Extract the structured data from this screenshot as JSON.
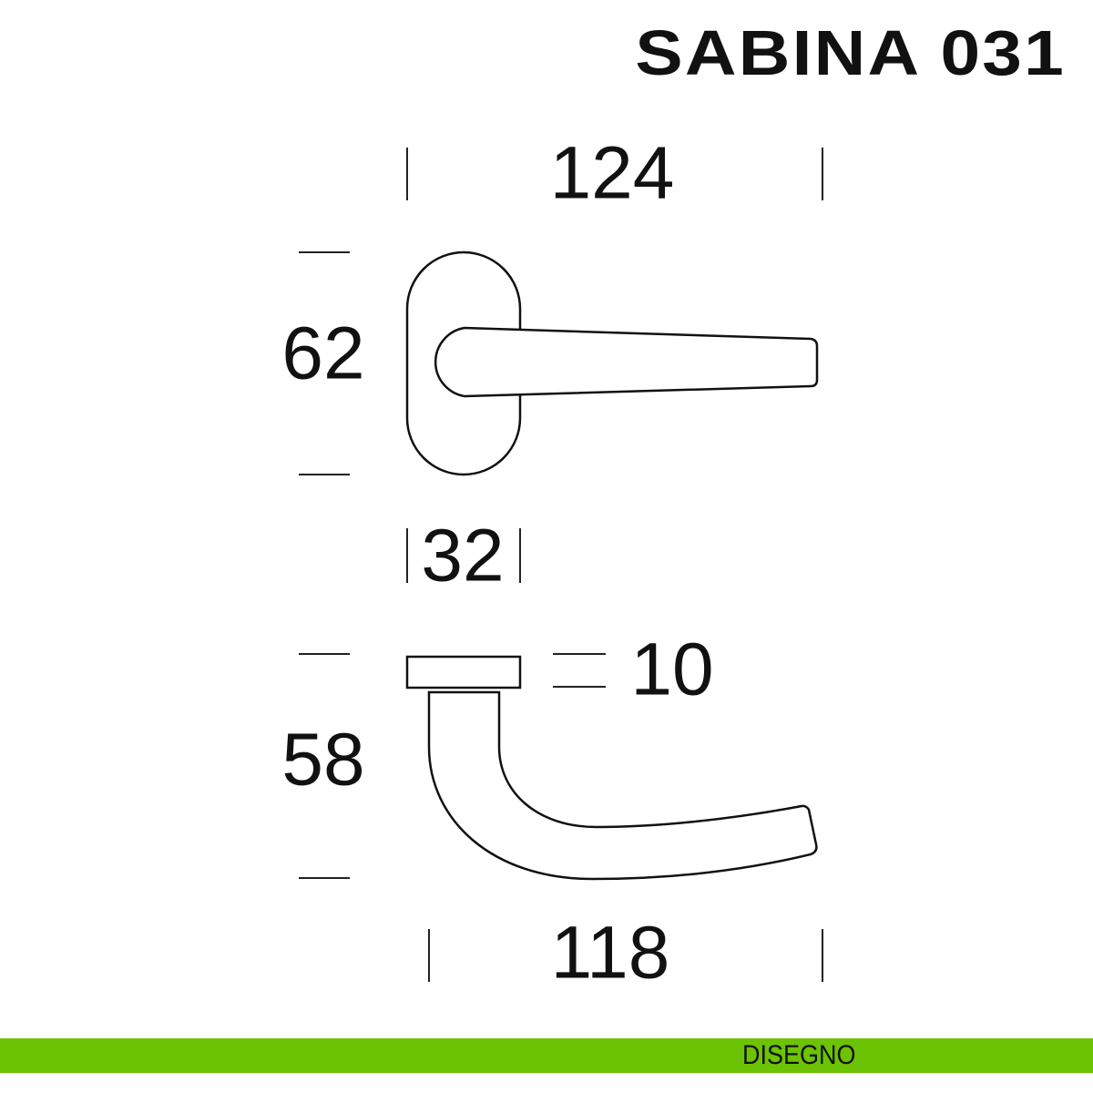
{
  "title": "SABINA 031",
  "dimensions": {
    "overall_length_top": "124",
    "rose_height": "62",
    "rose_width": "32",
    "rose_thickness": "10",
    "projection": "58",
    "overall_length_bottom": "118"
  },
  "footer": {
    "label": "DISEGNO"
  },
  "colors": {
    "footer_bar": "#6cc304",
    "line": "#111111"
  }
}
